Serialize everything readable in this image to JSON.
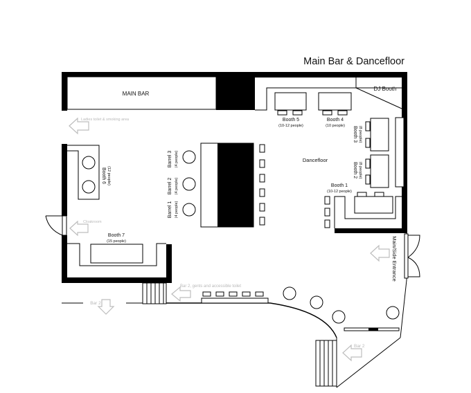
{
  "title": "Main Bar & Dancefloor",
  "zones": {
    "main_bar": "MAIN BAR",
    "dj_booth": "DJ Booth",
    "dancefloor": "Dancefloor"
  },
  "booths": [
    {
      "name": "Booth 5",
      "capacity": "(10-12 people)"
    },
    {
      "name": "Booth 4",
      "capacity": "(10 people)"
    },
    {
      "name": "Booth 3",
      "capacity": "(8 people)"
    },
    {
      "name": "Booth 2",
      "capacity": "(8 people)"
    },
    {
      "name": "Booth 1",
      "capacity": "(10-12 people)"
    },
    {
      "name": "Booth 6",
      "capacity": "(12 people)"
    },
    {
      "name": "Booth 7",
      "capacity": "(15 people)"
    }
  ],
  "barrels": [
    {
      "name": "Barrel 3",
      "capacity": "(4 people)"
    },
    {
      "name": "Barrel 2",
      "capacity": "(4 people)"
    },
    {
      "name": "Barrel 1",
      "capacity": "(4 people)"
    }
  ],
  "directions": {
    "ladies_toilet": "Ladies toilet & smoking area",
    "cloakroom": "Cloakroom",
    "bar2_gents": "Bar 2, gents and accessible toilet",
    "bar2_left": "Bar 2",
    "bar2_bottom": "Bar 2",
    "entrance": "Main/Side Entrance"
  },
  "colors": {
    "walls": "#000000",
    "direction_arrows": "#bdbdbd",
    "text": "#111111"
  }
}
